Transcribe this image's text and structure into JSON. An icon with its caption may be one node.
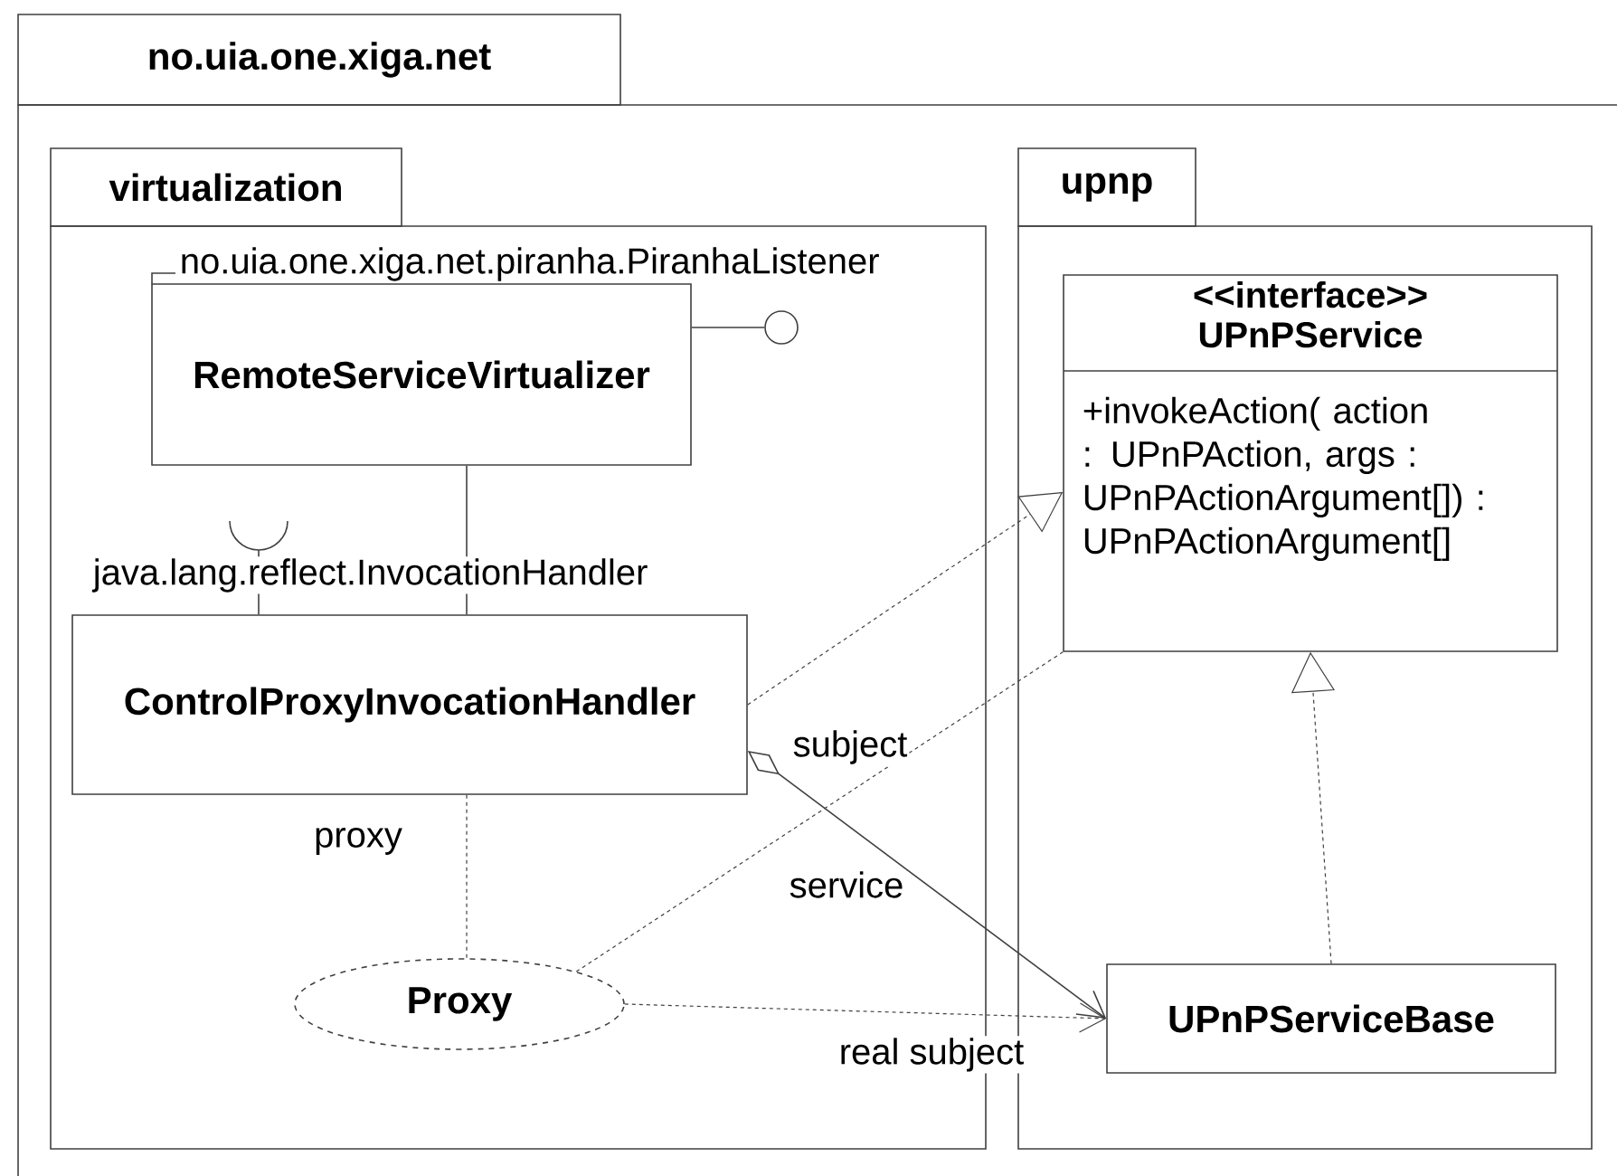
{
  "diagram": {
    "nodes": [
      {
        "text": [
          "no.uia.one.xiga.net"
        ]
      },
      {
        "text": [
          "virtualization"
        ],
        "in": 0
      },
      {
        "text": [
          "RemoteServiceVirtualizer"
        ],
        "in": 1
      },
      {
        "text": [],
        "shape": "circle",
        "in": 1
      },
      {
        "text": [],
        "shape": "arc",
        "in": 1,
        "beside": [
          "java.lang.reflect.InvocationHandler"
        ]
      },
      {
        "text": [
          "ControlProxyInvocationHandler"
        ],
        "in": 1
      },
      {
        "text": [
          "Proxy"
        ],
        "in": 1
      },
      {
        "text": [
          "upnp"
        ],
        "in": 0
      },
      {
        "text": [
          "<<interface>>",
          "UPnPService",
          "+invokeAction( action : UPnPAction, args : UPnPActionArgument[]) : UPnPActionArgument[]"
        ],
        "in": 7
      },
      {
        "text": [
          "UPnPServiceBase"
        ],
        "in": 7
      }
    ],
    "edges": [
      {
        "from": 2,
        "to": 5,
        "arrow": "none"
      },
      {
        "from": 2,
        "to": 3,
        "arrow": "none"
      },
      {
        "from": 4,
        "to": 5,
        "arrow": "none"
      },
      {
        "from": 5,
        "to": 8,
        "arrow": "to",
        "style": "dashed"
      },
      {
        "from": 6,
        "to": 8,
        "arrow": "none",
        "style": "dashed",
        "label": "subject"
      },
      {
        "from": 5,
        "to": 6,
        "arrow": "none",
        "style": "dashed",
        "label": "proxy"
      },
      {
        "from": 5,
        "to": 9,
        "arrow": "to",
        "label": "service"
      },
      {
        "from": 6,
        "to": 9,
        "arrow": "to",
        "style": "dashed",
        "label": "real subject"
      },
      {
        "from": 9,
        "to": 8,
        "arrow": "to",
        "style": "dashed"
      }
    ],
    "labels": [
      "no.uia.one.xiga.net.piranha.PiranhaListener"
    ]
  }
}
